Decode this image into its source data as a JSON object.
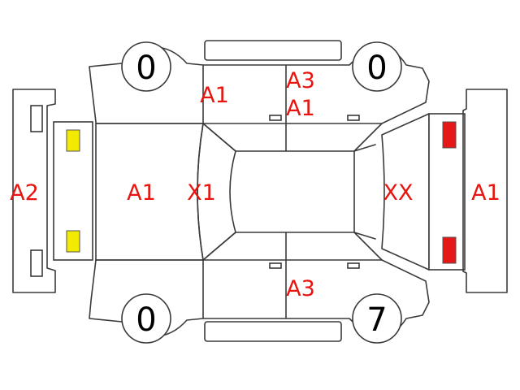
{
  "colors": {
    "line": "#3a3a3a",
    "code_text": "#e8140f",
    "tire_text": "#000000",
    "lamp_front": "#f2ea00",
    "lamp_rear": "#e51717"
  },
  "tires": {
    "front_left": "0",
    "rear_left": "0",
    "front_right": "0",
    "rear_right": "7"
  },
  "codes": {
    "front_bumper": "A2",
    "hood": "A1",
    "windshield": "X1",
    "left_front_fender": "A1",
    "left_rear_door_upper": "A3",
    "left_rear_door_lower": "A1",
    "right_rear_door": "A3",
    "rear_glass": "XX",
    "rear_bumper": "A1"
  },
  "icons": {
    "front_lamps": "yellow-square-icon",
    "rear_lamps": "red-square-icon"
  }
}
